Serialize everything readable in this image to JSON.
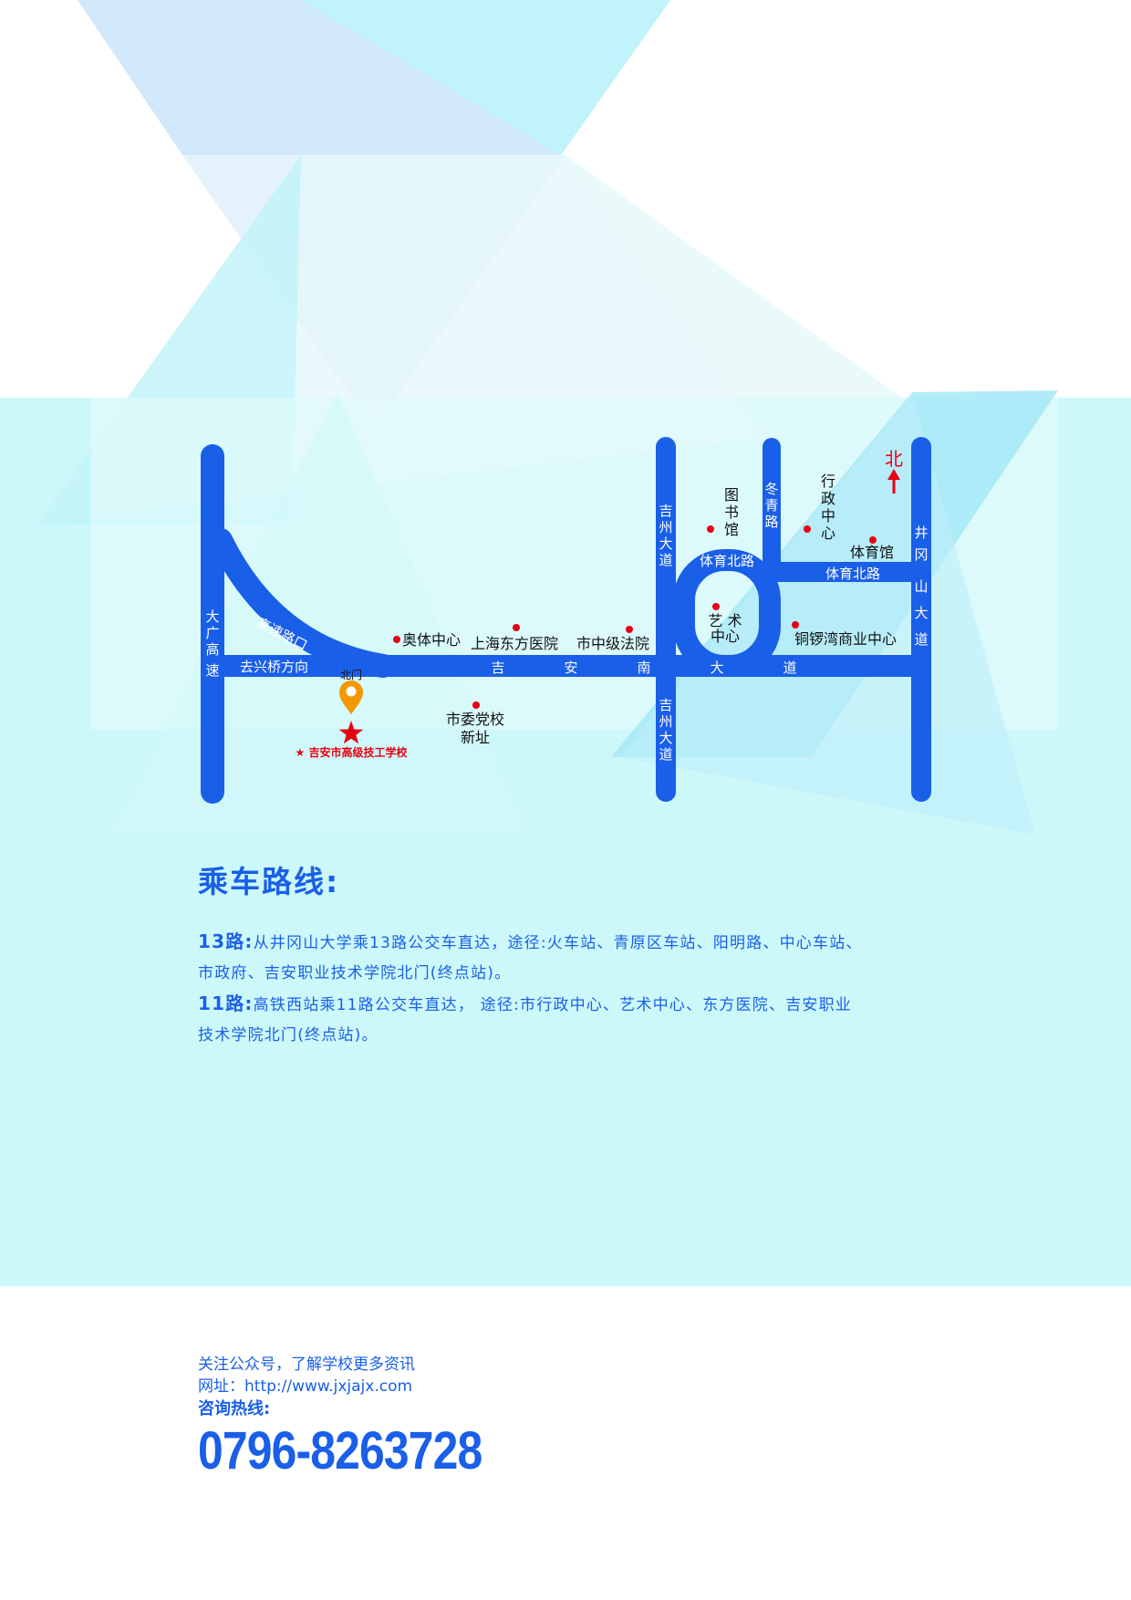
{
  "map": {
    "north": "北",
    "roads": {
      "dagang_v": [
        "大",
        "广",
        "高",
        "速"
      ],
      "gaosu_ramp": "高速路口",
      "quxingqiao": "去兴桥方向",
      "jianan": [
        "吉",
        "安",
        "南",
        "大",
        "道"
      ],
      "jizhou_top": [
        "吉",
        "州",
        "大",
        "道"
      ],
      "jizhou_bottom": [
        "吉",
        "州",
        "大",
        "道"
      ],
      "dongqing": [
        "冬",
        "青",
        "路"
      ],
      "tiyu_north_1": "体育北路",
      "tiyu_north_2": "体育北路",
      "jinggangshan": [
        "井",
        "冈",
        "山",
        "大",
        "道"
      ]
    },
    "pois": {
      "aoti": "奥体中心",
      "hospital": "上海东方医院",
      "court": "市中级法院",
      "library": [
        "图",
        "书",
        "馆"
      ],
      "admin": [
        "行",
        "政",
        "中",
        "心"
      ],
      "gym": "体育馆",
      "art": [
        "艺 术",
        "中心"
      ],
      "tongluowan": "铜锣湾商业中心",
      "party_school": [
        "市委党校",
        "新址"
      ],
      "north_gate": "北门",
      "school": "★ 吉安市高级技工学校"
    }
  },
  "routes": {
    "title": "乘车路线:",
    "items": [
      {
        "name": "13路:",
        "line1": "从井冈山大学乘13路公交车直达，途径:火车站、青原区车站、阳明路、中心车站、",
        "line2": "市政府、吉安职业技术学院北门(终点站)。"
      },
      {
        "name": "11路:",
        "line1": "高铁西站乘11路公交车直达， 途径:市行政中心、艺术中心、东方医院、吉安职业",
        "line2": "技术学院北门(终点站)。"
      }
    ]
  },
  "footer": {
    "follow": "关注公众号，了解学校更多资讯",
    "website": "网址：http://www.jxjajx.com",
    "hotline_label": "咨询热线:",
    "hotline_number": "0796-8263728"
  },
  "colors": {
    "road": "#1a5fe8",
    "accent_text": "#1a5fe8",
    "marker_red": "#e60012",
    "pin_orange": "#f39800",
    "light_cyan": "#ccf8fa"
  }
}
